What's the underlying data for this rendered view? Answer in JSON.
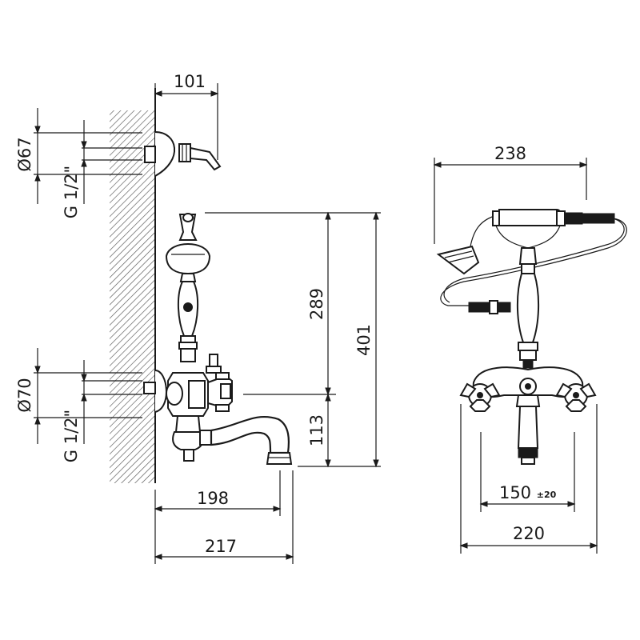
{
  "dimensions": {
    "side_view": {
      "wall_offset": "101",
      "upper_diameter": "Ø67",
      "upper_thread": "G 1/2\"",
      "lower_diameter": "Ø70",
      "lower_thread": "G 1/2\"",
      "height_upper": "289",
      "height_total": "401",
      "height_spout": "113",
      "depth_spout": "198",
      "depth_total": "217"
    },
    "front_view": {
      "width_handset": "238",
      "centers": "150",
      "centers_tolerance": "±20",
      "width_total": "220"
    }
  }
}
